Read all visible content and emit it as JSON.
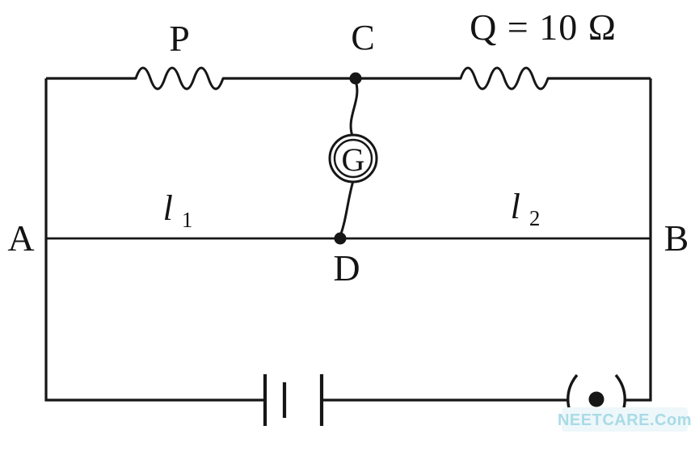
{
  "labels": {
    "resistor_p": "P",
    "node_c": "C",
    "resistor_q": "Q = 10 Ω",
    "galvanometer": "G",
    "node_a": "A",
    "node_b": "B",
    "node_d": "D",
    "length_left": {
      "base": "l",
      "sub": "1"
    },
    "length_right": {
      "base": "l",
      "sub": "2"
    }
  },
  "watermark": "NEETCARE.Com",
  "colors": {
    "wire": "#161616",
    "watermark_text": "#a9dbe6",
    "watermark_bg": "#eef7fa"
  }
}
